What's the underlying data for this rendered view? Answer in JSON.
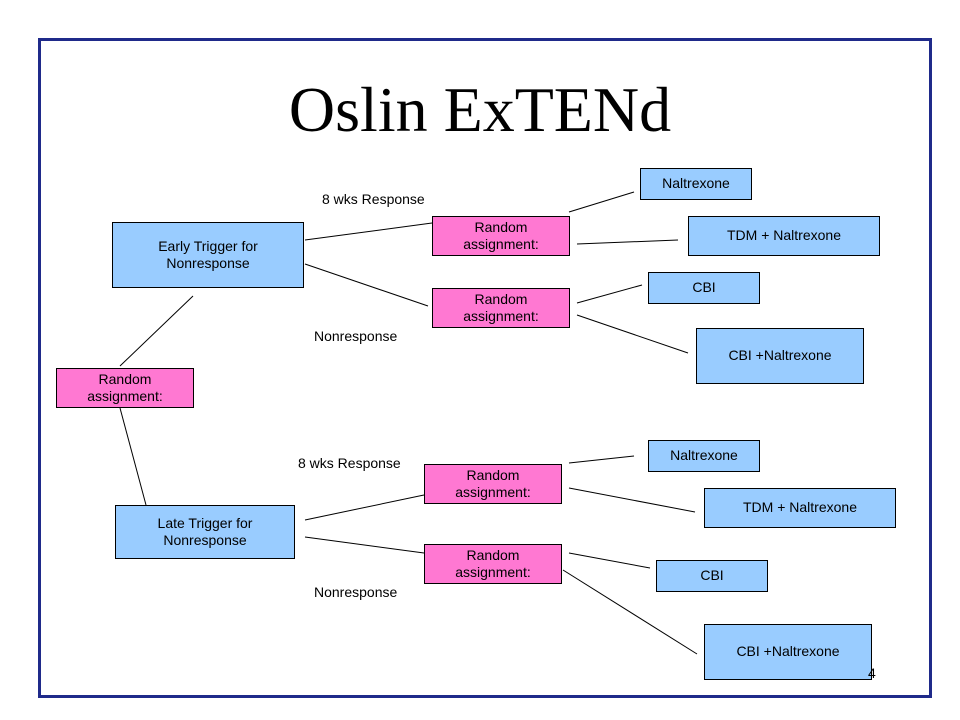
{
  "title": "Oslin ExTENd",
  "colors": {
    "border": "#1f2a8a",
    "blue_box": "#99ccff",
    "pink_box": "#ff78d2"
  },
  "center": {
    "label": "Random assignment:"
  },
  "early": {
    "trigger": "Early Trigger for Nonresponse",
    "response_label": "8 wks Response",
    "nonresponse_label": "Nonresponse",
    "response_assignment": "Random assignment:",
    "nonresponse_assignment": "Random assignment:",
    "response_options": [
      "Naltrexone",
      "TDM + Naltrexone"
    ],
    "nonresponse_options": [
      "CBI",
      "CBI +Naltrexone"
    ]
  },
  "late": {
    "trigger": "Late Trigger for Nonresponse",
    "response_label": "8 wks Response",
    "nonresponse_label": "Nonresponse",
    "response_assignment": "Random assignment:",
    "nonresponse_assignment": "Random assignment:",
    "response_options": [
      "Naltrexone",
      "TDM + Naltrexone"
    ],
    "nonresponse_options": [
      "CBI",
      "CBI +Naltrexone"
    ]
  },
  "page_number": "4"
}
